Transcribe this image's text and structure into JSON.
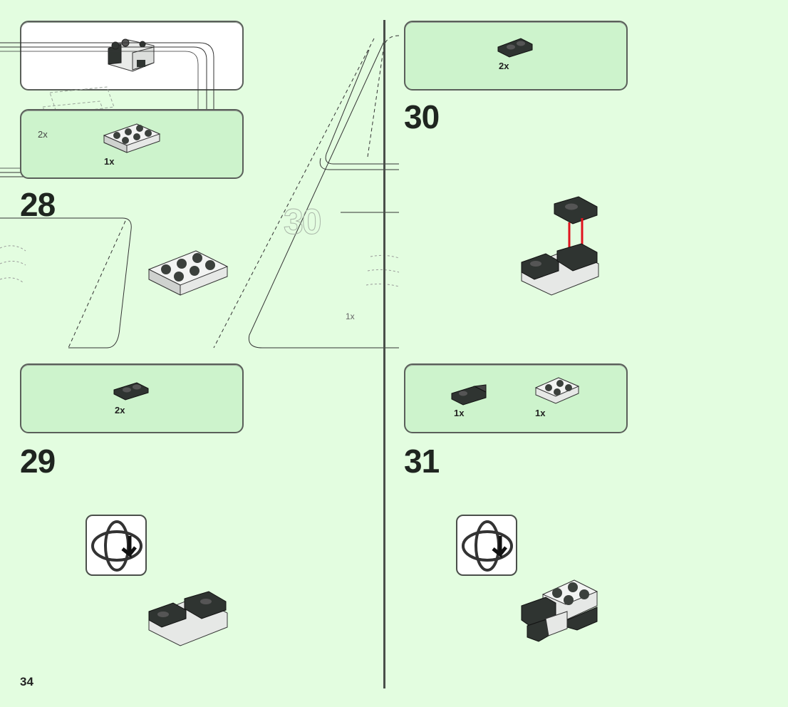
{
  "page": {
    "number": "34"
  },
  "steps": [
    {
      "number": "28",
      "parts": [
        {
          "qty": "2x"
        },
        {
          "qty": "1x"
        }
      ]
    },
    {
      "number": "29",
      "parts": [
        {
          "qty": "2x"
        }
      ]
    },
    {
      "number": "30",
      "parts": [
        {
          "qty": "2x"
        }
      ]
    },
    {
      "number": "31",
      "parts": [
        {
          "qty": "1x"
        },
        {
          "qty": "1x"
        }
      ]
    }
  ],
  "ghost": {
    "step_number": "30",
    "qty": "1x"
  },
  "icons": {
    "rotate": "rotate-model-icon",
    "arrow": "red-down-arrow-icon",
    "arrow_color": "#e0141e",
    "brick_dark": "#2f3431",
    "brick_light": "#e6e8e6"
  }
}
